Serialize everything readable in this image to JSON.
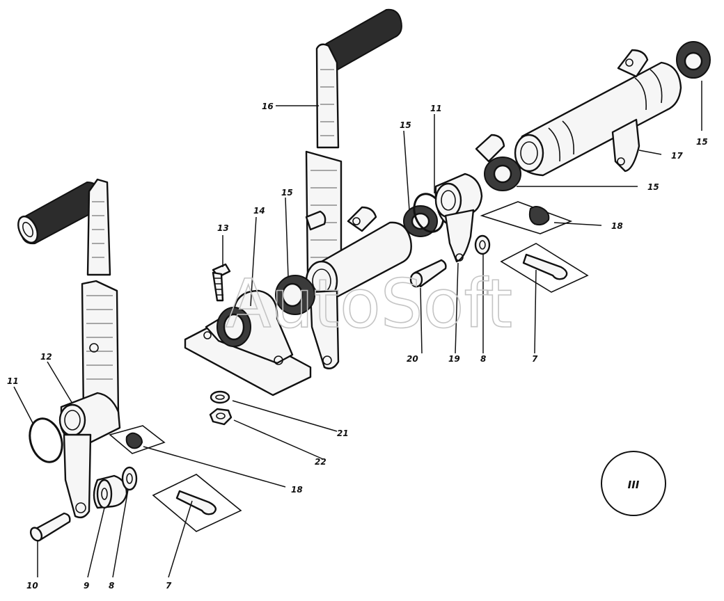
{
  "watermark": "AutoSoft",
  "roman_badge": "III",
  "callouts": {
    "c7a": "7",
    "c7b": "7",
    "c8a": "8",
    "c8b": "8",
    "c9": "9",
    "c10": "10",
    "c11a": "11",
    "c11b": "11",
    "c12": "12",
    "c13": "13",
    "c14": "14",
    "c15a": "15",
    "c15b": "15",
    "c15c": "15",
    "c15d": "15",
    "c16": "16",
    "c17": "17",
    "c18a": "18",
    "c18b": "18",
    "c19": "19",
    "c20": "20",
    "c21": "21",
    "c22": "22"
  }
}
